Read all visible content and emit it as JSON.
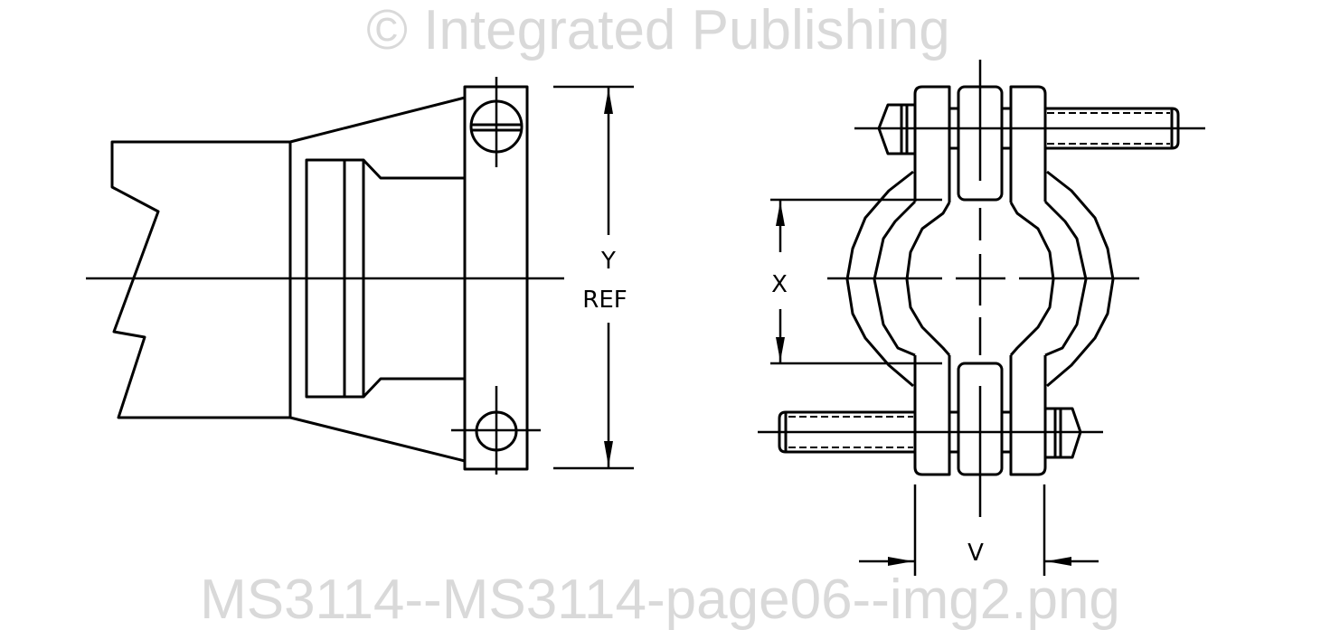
{
  "diagram": {
    "left_view": {
      "dimension_y_label": "Y",
      "dimension_y_sub": "REF"
    },
    "right_view": {
      "dimension_x_label": "X",
      "dimension_v_label": "V"
    }
  },
  "watermark": {
    "line1": "© Integrated Publishing",
    "line2": "MS3114--MS3114-page06--img2.png",
    "color": "#d9d9d9"
  }
}
